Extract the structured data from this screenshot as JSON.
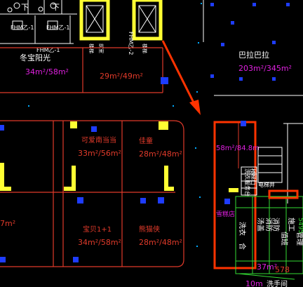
{
  "drawing": {
    "background": "#000000",
    "colors": {
      "wall": "#e03a2a",
      "column": "#ffff33",
      "marker": "#1e3cff",
      "white_line": "#ffffff",
      "magenta": "#e020e0",
      "green": "#33dd33",
      "highlight": "#ff3300",
      "dot": "#00aaff"
    }
  },
  "rooms": {
    "dongbao_name": "冬宝阳光",
    "dongbao_area": "34m²/58m²",
    "mid_area": "29m²/49m²",
    "babala_name": "巴拉巴拉",
    "babala_area": "203m²/345m²",
    "keai_name": "可爱南当当",
    "keai_area": "33m²/56m²",
    "jiatong_name": "佳童",
    "jiatong_area": "28m²/48m²",
    "baobei_name": "宝贝1+1",
    "baobei_area": "34m²/58m²",
    "xiongxiong_name": "熊猫侠",
    "xiongxiong_area": "28m²/48m²",
    "right_area": "58m²/84.8m",
    "left_cut_area": "7m²",
    "bottom_area": "37m²",
    "bottom_small": "10m",
    "bottom_right": "洗手间",
    "bottom_num": "578",
    "hydrant_1": "FHM乙-1",
    "hydrant_2": "FHM乙-1",
    "hydrant_3": "FHM乙-1",
    "hydrant_4": "FHM乙-2",
    "left_room": "下",
    "left_room2": "下",
    "stair_label": "楼梯",
    "stair_label2": "楼梯",
    "small_label": "前室",
    "pink_label": "雪糕店",
    "v_text_1": "洗衣服务台",
    "v_text_2": "前门",
    "v_text_3": "楼梯口",
    "v_text_4": "手扶梯",
    "v_text_5": "电梯井",
    "green_col_1": "洗衣",
    "green_col_2": "汤盖",
    "green_col_3": "消防",
    "green_col_4": "消防",
    "green_col_5": "施工",
    "green_col_6": "管理",
    "green_col_7": "合",
    "green_col_8": "值班",
    "green_num": "5495"
  }
}
